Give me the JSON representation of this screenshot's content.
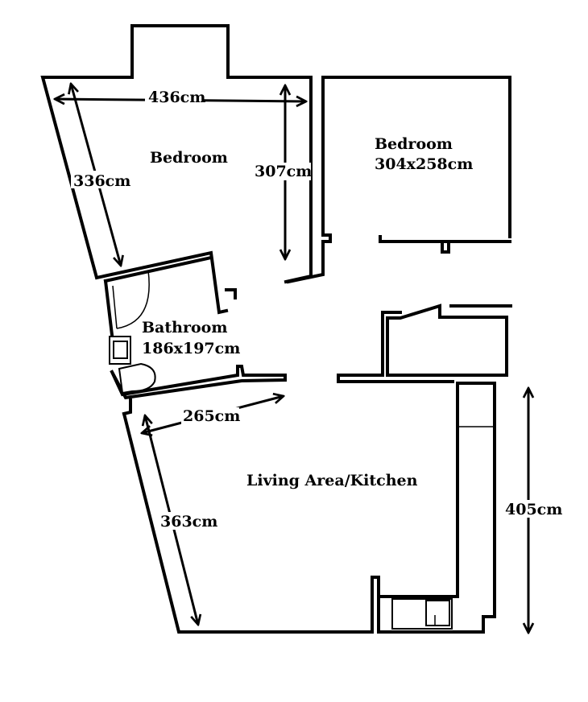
{
  "rooms": {
    "bedroom_left": {
      "name": "Bedroom"
    },
    "bedroom_right": {
      "name": "Bedroom",
      "size": "304x258cm"
    },
    "bathroom": {
      "name": "Bathroom",
      "size": "186x197cm"
    },
    "living": {
      "name": "Living Area/Kitchen"
    }
  },
  "dimensions": {
    "bedroom_width": "436cm",
    "bedroom_side": "336cm",
    "bedroom_depth": "307cm",
    "living_top": "265cm",
    "living_side": "363cm",
    "kitchen_length": "405cm"
  }
}
